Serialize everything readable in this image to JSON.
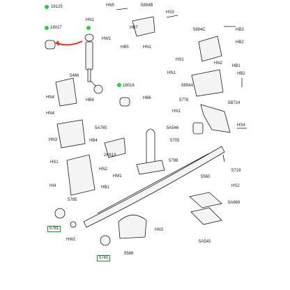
{
  "colors": {
    "marker": "#2ecc40",
    "arrow": "#e0341c",
    "ink": "#1a1a1a",
    "highlight_box": "#1a9a2a"
  },
  "legend": {
    "marker_label": "18125"
  },
  "labels": {
    "hn1_top": "HN1",
    "hn5": "HN5",
    "p5894b": "5894B",
    "hs3": "HS3",
    "hb7": "HB7",
    "hn1_b": "HN1",
    "p18017": "18017",
    "hw1": "HW1",
    "hb5": "HB5",
    "p5894c": "5894C",
    "hb3": "HB3",
    "hb2": "HB2",
    "hs1": "HS1",
    "hn2_r": "HN2",
    "hb1": "HB1",
    "hn1_r": "HN1",
    "p5894a": "5894A",
    "hb2_r": "HB2",
    "p5466": "5466",
    "p18016": "18016",
    "hn4_a": "HN4",
    "hb4_a": "HB4",
    "hb6": "HB6",
    "p5776": "5776",
    "p5b724": "5B724",
    "hn1_c": "HN1",
    "hn4_b": "HN4",
    "p5a765": "5A765",
    "p5a546": "5A546",
    "hs4": "HS4",
    "hb4_b": "HB4",
    "hn3_a": "HN3",
    "p5705": "5705",
    "p2k613": "2K613",
    "p5798": "5798",
    "hs1_b": "HS1",
    "hn2_b": "HN2",
    "hm1": "HM1",
    "hb1_b": "HB1",
    "p5719": "5719",
    "hi4": "HI4",
    "p5560": "5560",
    "hs2": "HS2",
    "p5785": "5785",
    "p5a669": "5A669",
    "p5781_a": "5781",
    "hw2": "HW2",
    "hn3_b": "HN3",
    "p5a545": "5A545",
    "p5781_b": "5781",
    "p5586": "5586"
  }
}
